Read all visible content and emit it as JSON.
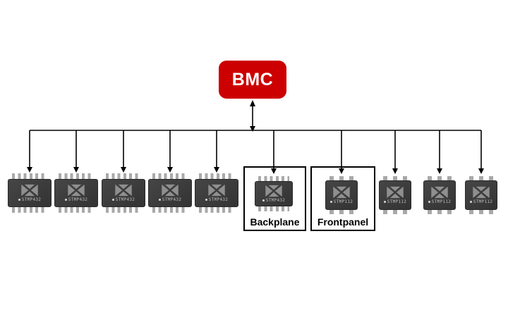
{
  "bmc": {
    "label": "BMC"
  },
  "chips": [
    {
      "id": "chip-1",
      "label": "STMP432",
      "type": "soic"
    },
    {
      "id": "chip-2",
      "label": "STMP432",
      "type": "soic"
    },
    {
      "id": "chip-3",
      "label": "STMP432",
      "type": "soic"
    },
    {
      "id": "chip-4",
      "label": "STMP432",
      "type": "soic"
    },
    {
      "id": "chip-5",
      "label": "STMP432",
      "type": "soic"
    },
    {
      "id": "chip-backplane",
      "label": "STMP432",
      "type": "soic",
      "group": "Backplane"
    },
    {
      "id": "chip-frontpanel",
      "label": "STMP112",
      "type": "qfn",
      "group": "Frontpanel"
    },
    {
      "id": "chip-8",
      "label": "STMP112",
      "type": "qfn"
    },
    {
      "id": "chip-9",
      "label": "STMP112",
      "type": "qfn"
    },
    {
      "id": "chip-10",
      "label": "STMP112",
      "type": "qfn"
    }
  ],
  "groups": {
    "backplane": {
      "label": "Backplane"
    },
    "frontpanel": {
      "label": "Frontpanel"
    }
  },
  "colors": {
    "bmc_red": "#cc0000",
    "chip_body": "#3b3b3b",
    "pin_gray": "#a9a9a9",
    "line_black": "#000000"
  }
}
